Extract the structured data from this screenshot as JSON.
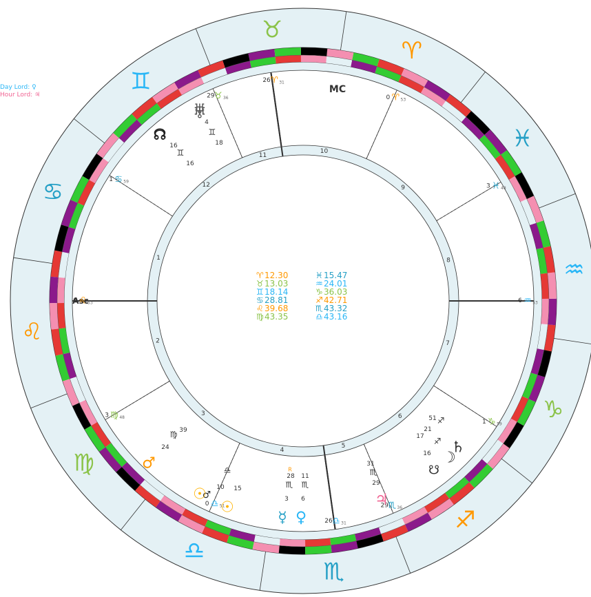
{
  "lords": {
    "day": {
      "label": "Day Lord: ♀",
      "color": "#29b6f6"
    },
    "hour": {
      "label": "Hour Lord: ♃",
      "color": "#f06292"
    }
  },
  "signs": [
    {
      "name": "Taurus",
      "glyph": "♉",
      "color": "#8bc34a"
    },
    {
      "name": "Aries",
      "glyph": "♈",
      "color": "#ff9800"
    },
    {
      "name": "Pisces",
      "glyph": "♓",
      "color": "#26a0c6"
    },
    {
      "name": "Aquarius",
      "glyph": "♒",
      "color": "#29b6f6"
    },
    {
      "name": "Capricorn",
      "glyph": "♑",
      "color": "#8bc34a"
    },
    {
      "name": "Sagittarius",
      "glyph": "♐",
      "color": "#ff9800"
    },
    {
      "name": "Scorpio",
      "glyph": "♏",
      "color": "#26a0c6"
    },
    {
      "name": "Libra",
      "glyph": "♎",
      "color": "#29b6f6"
    },
    {
      "name": "Virgo",
      "glyph": "♍",
      "color": "#8bc34a"
    },
    {
      "name": "Leo",
      "glyph": "♌",
      "color": "#ff9800"
    },
    {
      "name": "Cancer",
      "glyph": "♋",
      "color": "#26a0c6"
    },
    {
      "name": "Gemini",
      "glyph": "♊",
      "color": "#29b6f6"
    }
  ],
  "houses": [
    "10",
    "9",
    "8",
    "7",
    "6",
    "5",
    "4",
    "3",
    "2",
    "1",
    "12",
    "11"
  ],
  "angles": {
    "mc": "MC",
    "asc": "Asc"
  },
  "cusps": [
    {
      "deg": "26",
      "sign": "♈",
      "min": "31",
      "color": "#ff9800"
    },
    {
      "deg": "0",
      "sign": "♈",
      "min": "53",
      "color": "#ff9800"
    },
    {
      "deg": "3",
      "sign": "♓",
      "min": "48",
      "color": "#26a0c6"
    },
    {
      "deg": "6",
      "sign": "♒",
      "min": "53",
      "color": "#29b6f6"
    },
    {
      "deg": "1",
      "sign": "♑",
      "min": "59",
      "color": "#8bc34a"
    },
    {
      "deg": "29",
      "sign": "♏",
      "min": "36",
      "color": "#26a0c6"
    },
    {
      "deg": "26",
      "sign": "♎",
      "min": "31",
      "color": "#29b6f6"
    },
    {
      "deg": "0",
      "sign": "♎",
      "min": "51",
      "color": "#29b6f6"
    },
    {
      "deg": "3",
      "sign": "♍",
      "min": "48",
      "color": "#8bc34a"
    },
    {
      "deg": "6",
      "sign": "♌",
      "min": "53",
      "color": "#ff9800"
    },
    {
      "deg": "1",
      "sign": "♋",
      "min": "59",
      "color": "#26a0c6"
    },
    {
      "deg": "29",
      "sign": "♉",
      "min": "36",
      "color": "#8bc34a"
    }
  ],
  "center_stats": [
    {
      "glyph": "♈",
      "value": "12.30",
      "color": "#ff9800"
    },
    {
      "glyph": "♓",
      "value": "15.47",
      "color": "#26a0c6"
    },
    {
      "glyph": "♉",
      "value": "13.03",
      "color": "#8bc34a"
    },
    {
      "glyph": "♒",
      "value": "24.01",
      "color": "#29b6f6"
    },
    {
      "glyph": "♊",
      "value": "18.14",
      "color": "#29b6f6"
    },
    {
      "glyph": "♑",
      "value": "36.03",
      "color": "#8bc34a"
    },
    {
      "glyph": "♋",
      "value": "28.81",
      "color": "#26a0c6"
    },
    {
      "glyph": "♐",
      "value": "42.71",
      "color": "#ff9800"
    },
    {
      "glyph": "♌",
      "value": "39.68",
      "color": "#ff9800"
    },
    {
      "glyph": "♏",
      "value": "43.32",
      "color": "#26a0c6"
    },
    {
      "glyph": "♍",
      "value": "43.35",
      "color": "#8bc34a"
    },
    {
      "glyph": "♎",
      "value": "43.16",
      "color": "#29b6f6"
    }
  ],
  "planets": [
    {
      "name": "uranus",
      "glyph": "♅",
      "deg": "4",
      "sign": "♊",
      "min": "18",
      "color": "#555"
    },
    {
      "name": "north-node",
      "glyph": "☊",
      "deg": "16",
      "sign": "♊",
      "min": "16",
      "color": "#222"
    },
    {
      "name": "mars",
      "glyph": "♂",
      "deg": "24",
      "sign": "♍",
      "min": "39",
      "color": "#ff9800"
    },
    {
      "name": "sun",
      "glyph": "☉",
      "deg": "10",
      "sign": "♎",
      "min": "15",
      "color": "#ffb300"
    },
    {
      "name": "mercury",
      "glyph": "☿",
      "deg": "28",
      "sign": "♏",
      "min": "3",
      "color": "#26a0c6"
    },
    {
      "name": "venus",
      "glyph": "♀",
      "deg": "11",
      "sign": "♏",
      "min": "6",
      "color": "#29b6f6"
    },
    {
      "name": "jupiter",
      "glyph": "♃",
      "deg": "31",
      "sign": "♏",
      "min": "29",
      "color": "#f06292"
    },
    {
      "name": "moon",
      "glyph": "☽",
      "deg": "16",
      "sign": "♐",
      "min": "21",
      "color": "#333"
    },
    {
      "name": "saturn",
      "glyph": "♄",
      "deg": "17",
      "sign": "♐",
      "min": "51",
      "color": "#333"
    }
  ],
  "retro_mark": "R"
}
